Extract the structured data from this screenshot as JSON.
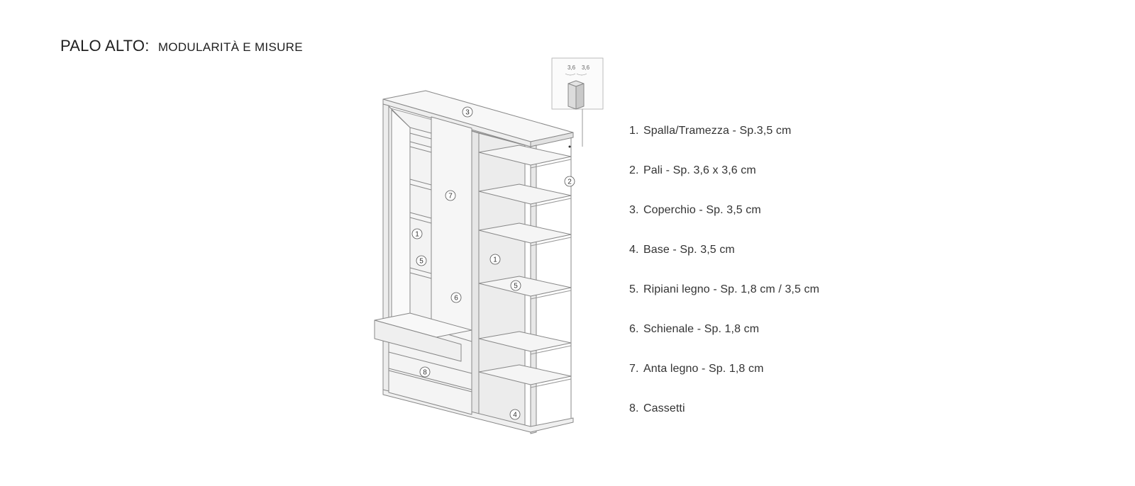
{
  "title": {
    "main": "PALO ALTO:",
    "sub": "MODULARITÀ E MISURE"
  },
  "detail": {
    "dim_a": "3,6",
    "dim_b": "3,6"
  },
  "callouts": [
    "3",
    "2",
    "7",
    "1",
    "5",
    "1",
    "5",
    "6",
    "8",
    "4"
  ],
  "legend": [
    {
      "num": "1.",
      "text": "Spalla/Tramezza - Sp.3,5 cm"
    },
    {
      "num": "2.",
      "text": "Pali  -  Sp. 3,6 x 3,6 cm"
    },
    {
      "num": "3.",
      "text": "Coperchio  -  Sp. 3,5 cm"
    },
    {
      "num": "4.",
      "text": "Base  - Sp. 3,5 cm"
    },
    {
      "num": "5.",
      "text": "Ripiani legno  -  Sp. 1,8 cm / 3,5 cm"
    },
    {
      "num": "6.",
      "text": "Schienale  -  Sp. 1,8 cm"
    },
    {
      "num": "7.",
      "text": "Anta legno  -  Sp. 1,8 cm"
    },
    {
      "num": "8.",
      "text": "Cassetti"
    }
  ]
}
